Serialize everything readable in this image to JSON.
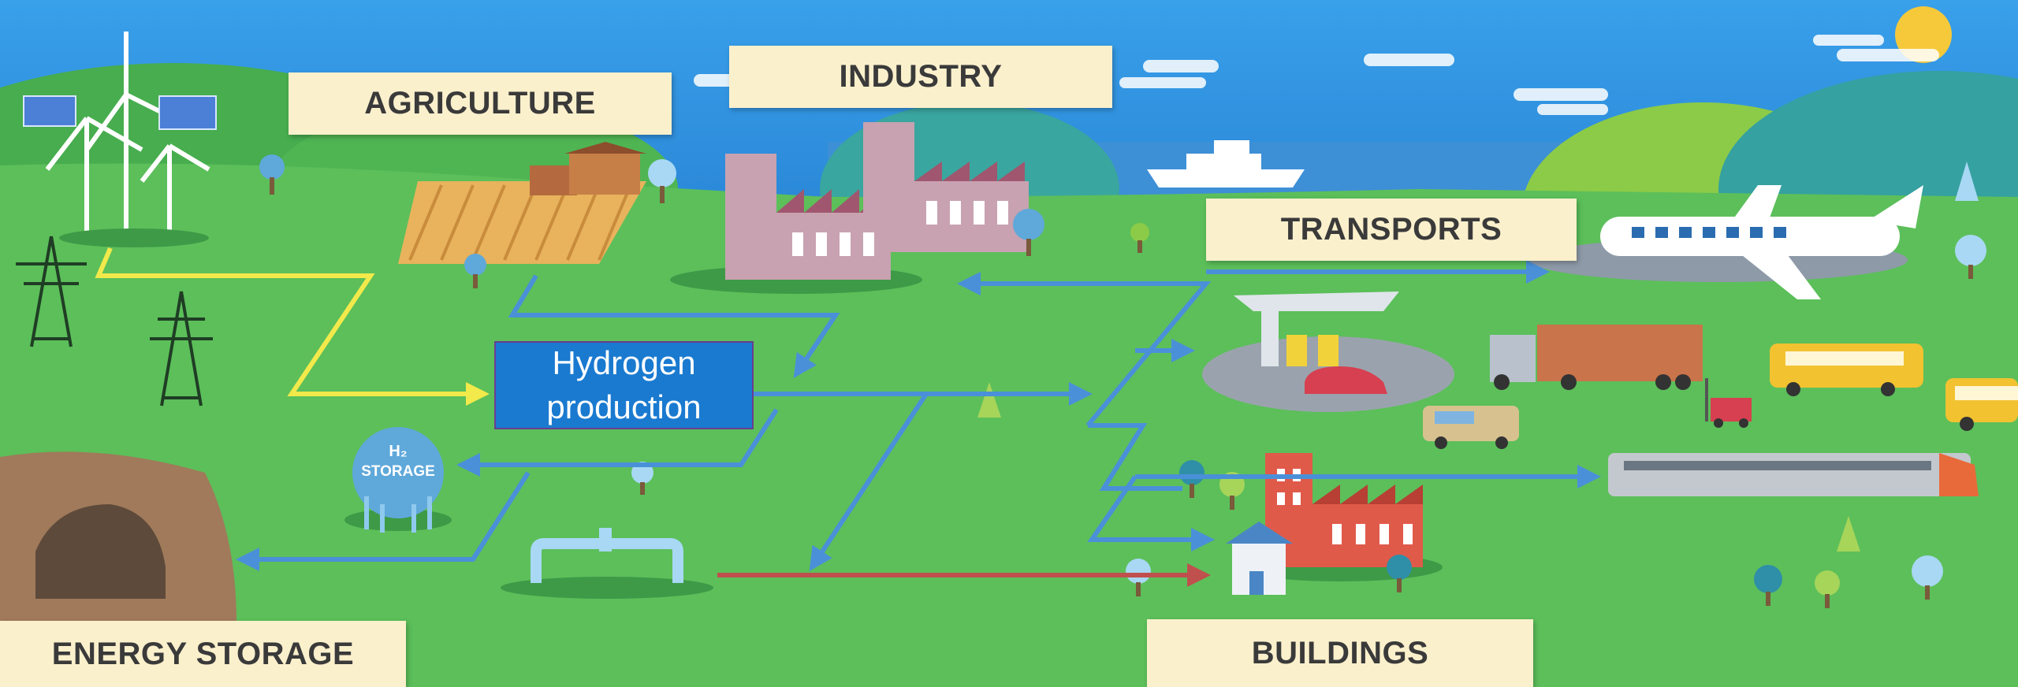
{
  "labels": {
    "agriculture": "AGRICULTURE",
    "industry": "INDUSTRY",
    "transports": "TRANSPORTS",
    "energy_storage": "ENERGY STORAGE",
    "buildings": "BUILDINGS"
  },
  "hydrogen": {
    "line1": "Hydrogen",
    "line2": "production"
  },
  "storage_tank": {
    "line1": "H₂",
    "line2": "STORAGE"
  },
  "colors": {
    "sky": "#3ea2e6",
    "grass": "#5cbf5a",
    "label_bg": "#fbf0cc",
    "hydrogen_box": "#1a7ad0",
    "flow_blue": "#4a90d9",
    "flow_yellow": "#f2e94a",
    "flow_red": "#c0504d"
  },
  "icons": [
    "wind-turbine-icon",
    "solar-panel-icon",
    "pylon-icon",
    "farm-icon",
    "factory-icon",
    "yacht-icon",
    "airplane-icon",
    "fuel-station-icon",
    "truck-icon",
    "bus-icon",
    "van-icon",
    "forklift-icon",
    "train-icon",
    "house-icon",
    "storage-tank-icon",
    "pipeline-icon",
    "cave-icon",
    "sun-icon",
    "tree-icon"
  ]
}
